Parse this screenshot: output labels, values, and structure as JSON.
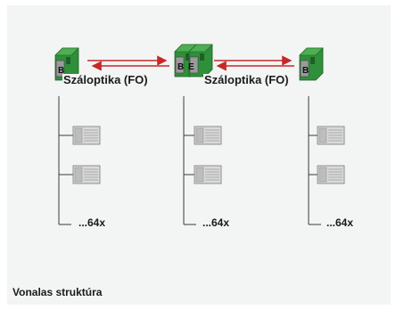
{
  "diagram": {
    "fiber_label": "Száloptika (FO)",
    "coupler_letters": {
      "b": "B",
      "e": "E"
    },
    "device_count_label": "...64x",
    "caption": "Vonalas struktúra",
    "colors": {
      "background": "#f3f4f4",
      "coupler_green": "#2f8f3a",
      "coupler_gray": "#9a9a9a",
      "fiber_red": "#c62828",
      "line": "#3a3a3a",
      "device_gray": "#bdbdbd"
    },
    "icons": [
      "bus-coupler-icon",
      "io-device-icon",
      "fiber-arrow-icon"
    ]
  }
}
